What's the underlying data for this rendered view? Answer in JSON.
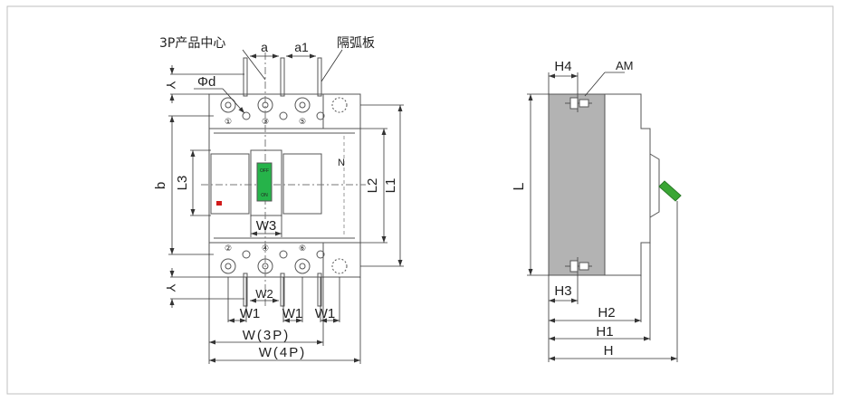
{
  "colors": {
    "frame": "#bfbfbf",
    "line": "#555555",
    "dim": "#333333",
    "body_gray": "#b3b3b3",
    "handle_green": "#3aa635",
    "indicator_green": "#26b34a",
    "indicator_red": "#d11a1a"
  },
  "front_view": {
    "label_3p_center": "3P产品中心",
    "label_arc_plate": "隔弧板",
    "label_a": "a",
    "label_a1": "a1",
    "label_y_top": "Y",
    "label_y_bottom": "Y",
    "label_phi_d": "Φd",
    "label_b": "b",
    "label_l3": "L3",
    "label_w3": "W3",
    "label_w2": "W2",
    "label_l2": "L2",
    "label_l1": "L1",
    "label_n": "N",
    "label_w1_left": "W1",
    "label_w1_mid": "W1",
    "label_w1_right": "W1",
    "label_w_3p": "W(3P)",
    "label_w_4p": "W(4P)",
    "terminals_top": [
      "①",
      "③",
      "⑤"
    ],
    "terminals_bottom": [
      "②",
      "④",
      "⑥"
    ],
    "indicator_top": "OFF",
    "indicator_bottom": "ON"
  },
  "side_view": {
    "label_h4": "H4",
    "label_am": "AM",
    "label_l": "L",
    "label_h3": "H3",
    "label_h2": "H2",
    "label_h1": "H1",
    "label_h": "H"
  }
}
